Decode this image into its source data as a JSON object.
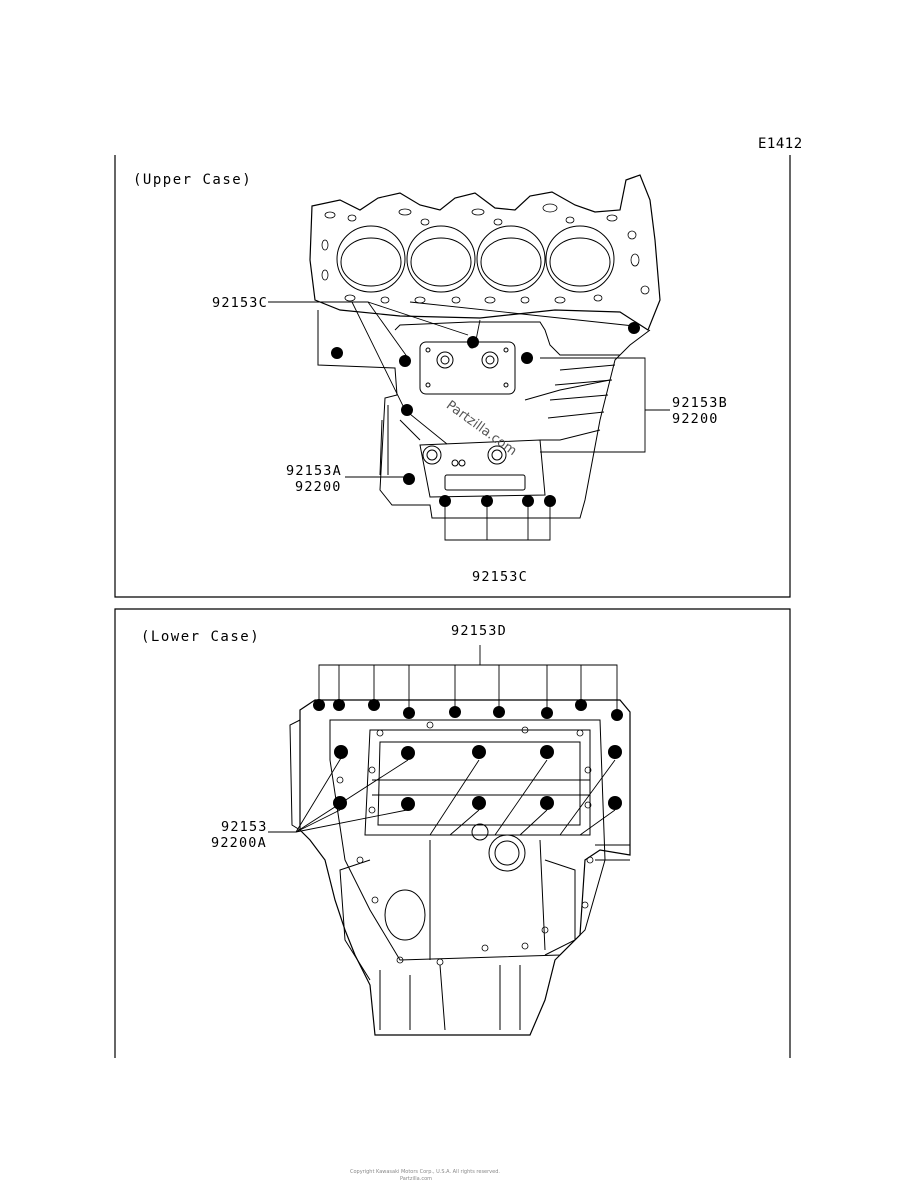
{
  "diagram_code": "E1412",
  "upper": {
    "title": "(Upper Case)",
    "labels": {
      "c_top": "92153C",
      "b1": "92153B",
      "b2": "92200",
      "a1": "92153A",
      "a2": "92200",
      "c_bottom": "92153C"
    },
    "watermark": "Partzilla.com"
  },
  "lower": {
    "title": "(Lower Case)",
    "labels": {
      "d_top": "92153D",
      "l1": "92153",
      "l2": "92200A"
    }
  },
  "footer": {
    "line1": "Copyright Kawasaki Motors Corp., U.S.A. All rights reserved.",
    "line2": "Partzilla.com"
  }
}
